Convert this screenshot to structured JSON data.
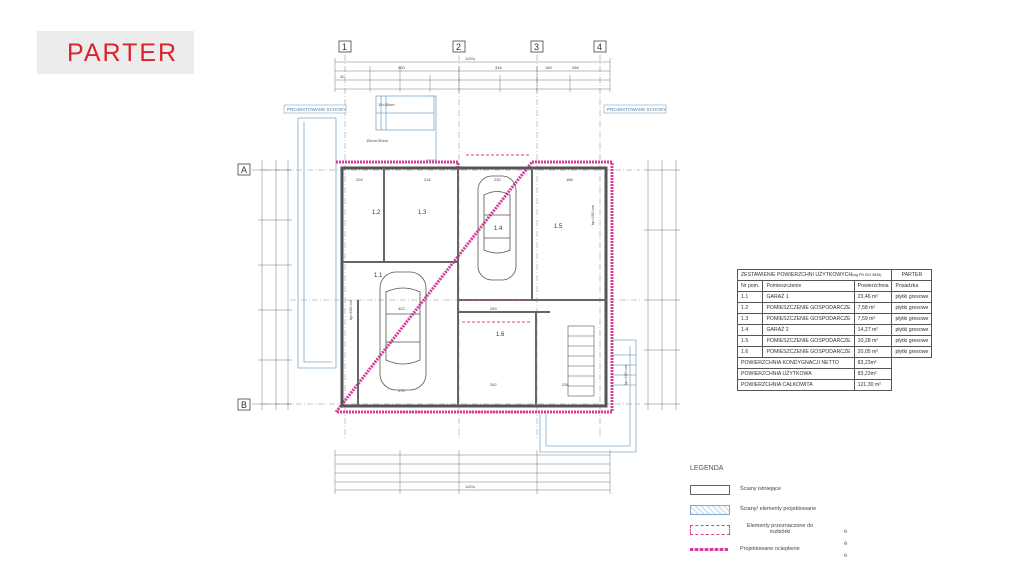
{
  "page_title": "PARTER",
  "accent_color": "#d8242a",
  "plan": {
    "axis_cols": [
      "1",
      "2",
      "3",
      "4"
    ],
    "axis_rows": [
      "A",
      "B"
    ],
    "stairs_left_label": "PROJEKTOWANE SCHODY",
    "stairs_right_label": "PROJEKTOWANE SCHODY",
    "stair_top_label": "15×30cm",
    "stair_mid_label": "15cm×30cm",
    "dims_top_total": "1129₄",
    "dims_bottom_total": "1129₄",
    "room_labels": [
      "1.1",
      "1.2",
      "1.3",
      "1.4",
      "1.5",
      "1.6"
    ],
    "dim_labels_top": [
      "400",
      "316",
      "160",
      "266",
      "30"
    ],
    "dim_labels_mid": [
      "204",
      "216",
      "230",
      "186",
      "270"
    ],
    "dim_labels_inner": [
      "422",
      "283",
      "262",
      "236",
      "270"
    ],
    "hp_labels": [
      "hp=100 cm",
      "hp=100 cm",
      "hp=100 cm"
    ]
  },
  "table": {
    "title": "ZESTAWIENIE POWIERZCHNI UŻYTKOWYCH",
    "title_note": "(wg PN ISO 9836)",
    "header_right": "PARTER",
    "col_headers": [
      "Nr pom.",
      "Pomieszczenie",
      "Powierzchnia",
      "Posadzka"
    ],
    "rows": [
      {
        "nr": "1.1",
        "name": "GARAŻ 1",
        "area": "23,46 m²",
        "floor": "płytki gresowe"
      },
      {
        "nr": "1.2",
        "name": "POMIESZCZENIE GOSPODARCZE",
        "area": "7,58 m²",
        "floor": "płytki gresowe"
      },
      {
        "nr": "1.3",
        "name": "POMIESZCZENIE GOSPODARCZE",
        "area": "7,59 m²",
        "floor": "płytki gresowe"
      },
      {
        "nr": "1.4",
        "name": "GARAŻ 2",
        "area": "14,27 m²",
        "floor": "płytki gresowe"
      },
      {
        "nr": "1.5",
        "name": "POMIESZCZENIE GOSPODARCZE",
        "area": "10,28 m²",
        "floor": "płytki gresowe"
      },
      {
        "nr": "1.6",
        "name": "POMIESZCZENIE GOSPODARCZE",
        "area": "20,05 m²",
        "floor": "płytki gresowe"
      }
    ],
    "totals": [
      {
        "label": "POWIERZCHNIA KONDYGNACJI NETTO",
        "value": "83,23m²"
      },
      {
        "label": "POWIERZCHNIA UŻYTKOWA",
        "value": "83,23m²"
      },
      {
        "label": "POWIERZCHNIA CAŁKOWITA",
        "value": "121,30 m²"
      }
    ]
  },
  "legend": {
    "title": "LEGENDA",
    "items": [
      {
        "label": "Ściany istniejące",
        "color": "#555555"
      },
      {
        "label": "Ściany/ elementy projektowane",
        "color": "#7fa7c9"
      },
      {
        "label": "Elementy przeznaczone do rozbiórki",
        "color": "#e0408a"
      },
      {
        "label": "Projektowane ocieplenie",
        "color": "#d63c9a"
      }
    ],
    "marks": [
      "e",
      "e",
      "e"
    ]
  }
}
